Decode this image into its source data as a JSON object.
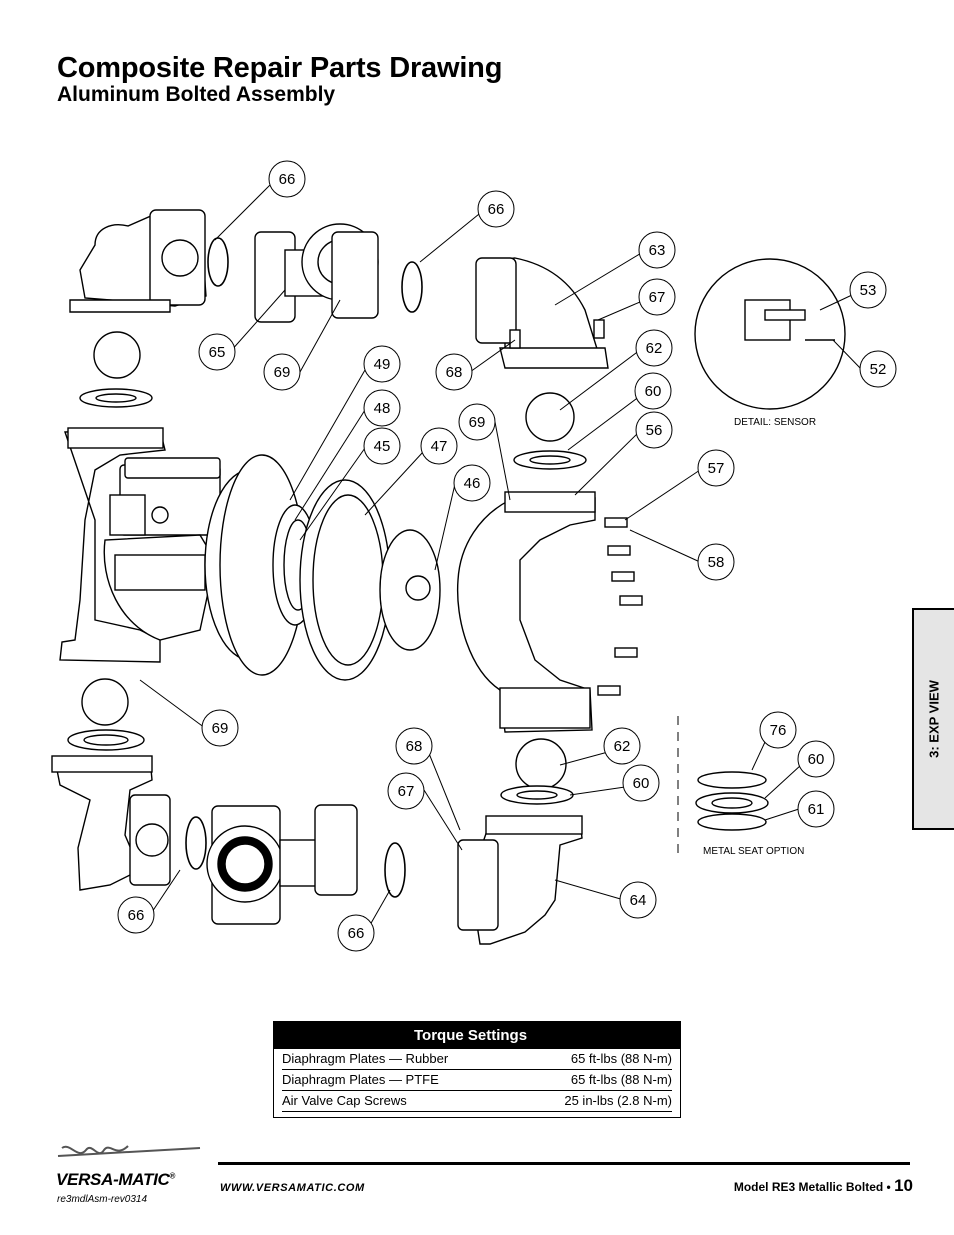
{
  "header": {
    "title": "Composite Repair Parts Drawing",
    "subtitle": "Aluminum Bolted Assembly"
  },
  "callouts": [
    "66",
    "66",
    "63",
    "67",
    "62",
    "60",
    "56",
    "65",
    "69",
    "49",
    "48",
    "45",
    "47",
    "68",
    "69",
    "46",
    "57",
    "58",
    "53",
    "52",
    "69",
    "68",
    "67",
    "62",
    "60",
    "64",
    "66",
    "66",
    "76",
    "60",
    "61"
  ],
  "captions": {
    "detail_sensor": "DETAIL: SENSOR",
    "metal_seat": "METAL SEAT OPTION"
  },
  "side_tab": {
    "label": "3: EXP VIEW"
  },
  "torque": {
    "title": "Torque Settings",
    "rows": [
      {
        "item": "Diaphragm Plates — Rubber",
        "value": "65 ft-lbs (88 N-m)"
      },
      {
        "item": "Diaphragm Plates — PTFE",
        "value": "65 ft-lbs (88 N-m)"
      },
      {
        "item": "Air Valve Cap Screws",
        "value": "25 in-lbs (2.8 N-m)"
      }
    ]
  },
  "footer": {
    "brand": "VERSA-MATIC",
    "trademark": "®",
    "doc_ref": "re3mdlAsm-rev0314",
    "website": "WWW.VERSAMATIC.COM",
    "model": "Model RE3 Metallic Bolted •",
    "page": "10"
  }
}
